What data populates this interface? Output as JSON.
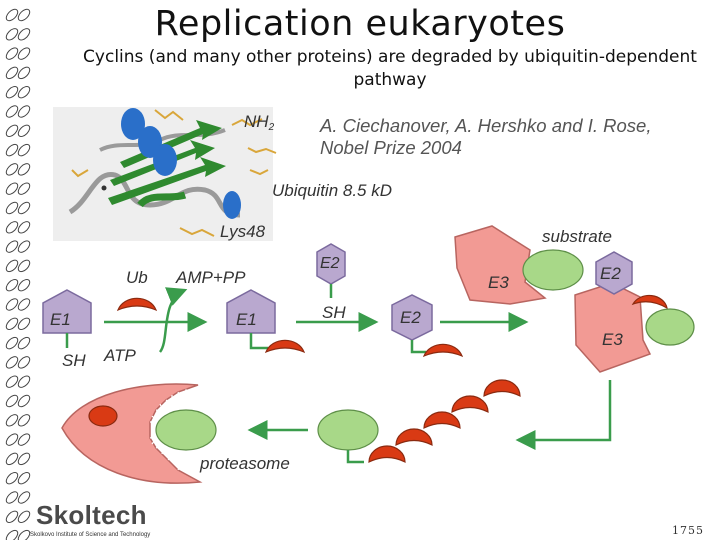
{
  "title": "Replication eukaryotes",
  "subtitle": "Cyclins (and many other proteins) are degraded by ubiquitin-dependent pathway",
  "credit": {
    "line1": "A. Ciechanover, A. Hershko and I. Rose,",
    "line2": "Nobel Prize 2004"
  },
  "structure": {
    "nh2_label": "NH",
    "nh2_sub": "2",
    "ubiquitin_label": "Ubiquitin 8.5 kD",
    "lys_label": "Lys48"
  },
  "pathway": {
    "e1_label": "E1",
    "sh_label": "SH",
    "ub_label": "Ub",
    "amp_label": "AMP+PP",
    "atp_label": "ATP",
    "e1_charged_label": "E1",
    "e2_label": "E2",
    "e2_sh_label": "SH",
    "e2_charged_label": "E2",
    "substrate_label": "substrate",
    "e3_label": "E3",
    "e2_bound_label": "E2",
    "e3_bound_label": "E3",
    "proteasome_label": "proteasome"
  },
  "colors": {
    "enzyme_purple": "#b9a8cf",
    "ubiquitin_red": "#d93a14",
    "substrate_green": "#a8d888",
    "e3_pink": "#f29a94",
    "arrow_green": "#3a9c4c"
  },
  "logo": {
    "name": "Skoltech",
    "subtitle": "Skolkovo Institute of Science and Technology",
    "year": "1755"
  }
}
